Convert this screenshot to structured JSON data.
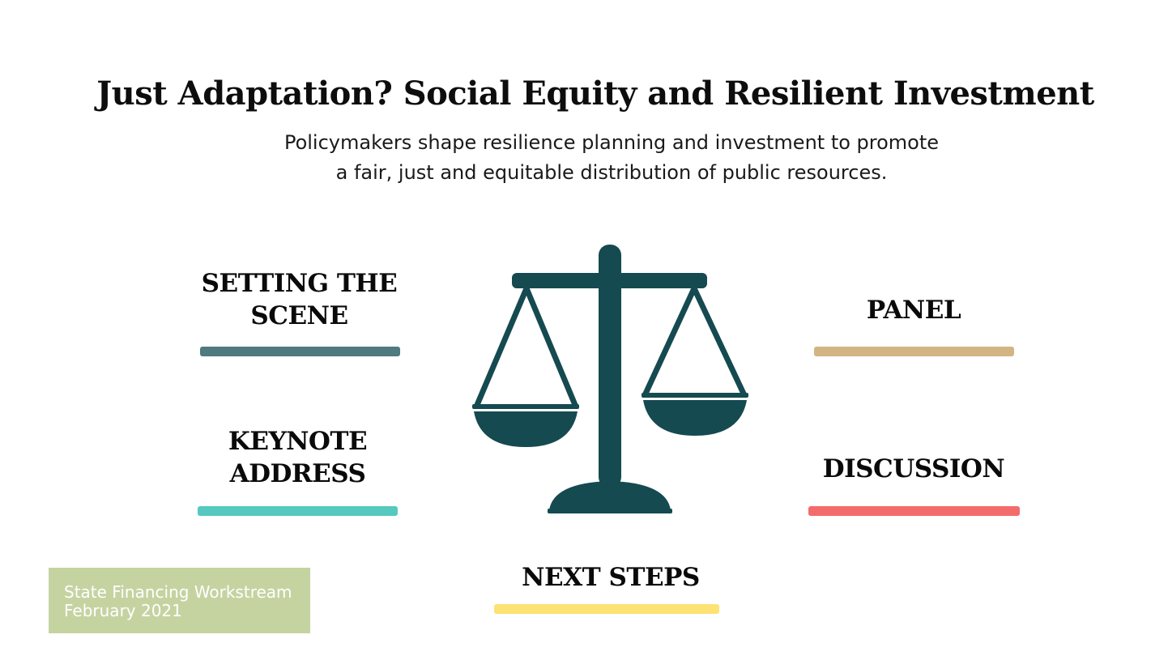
{
  "slide": {
    "title": "Just Adaptation? Social Equity and Resilient Investment",
    "subtitle_lines": [
      "Policymakers shape resilience planning and investment to promote",
      "a fair, just and equitable distribution of public resources."
    ]
  },
  "sections": [
    {
      "id": "setting-the-scene",
      "lines": [
        "SETTING THE",
        "SCENE"
      ],
      "color": "#4f7a7e"
    },
    {
      "id": "keynote-address",
      "lines": [
        "KEYNOTE",
        "ADDRESS"
      ],
      "color": "#55c9c0"
    },
    {
      "id": "panel",
      "lines": [
        "PANEL"
      ],
      "color": "#d3b483"
    },
    {
      "id": "discussion",
      "lines": [
        "DISCUSSION"
      ],
      "color": "#f46b6b"
    },
    {
      "id": "next-steps",
      "lines": [
        "NEXT STEPS"
      ],
      "color": "#fde274"
    }
  ],
  "icon": {
    "name": "scales-of-justice-icon",
    "color": "#154a50"
  },
  "footer": {
    "lines": [
      "State Financing Workstream",
      "February 2021"
    ],
    "background": "#c5d3a1"
  }
}
